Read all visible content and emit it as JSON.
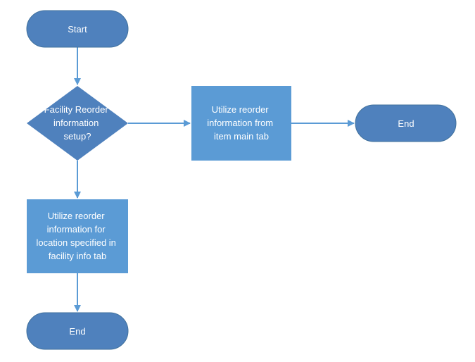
{
  "diagram": {
    "colors": {
      "terminator_fill": "#4f81bd",
      "terminator_stroke": "#41719c",
      "process_fill": "#5b9bd5",
      "decision_fill": "#4f81bd",
      "connector": "#5b9bd5",
      "text": "#ffffff"
    },
    "nodes": {
      "start": {
        "shape": "terminator",
        "lines": [
          "Start"
        ]
      },
      "decision": {
        "shape": "decision",
        "lines": [
          "Facility Reorder",
          "information",
          "setup?"
        ]
      },
      "process_item": {
        "shape": "process",
        "lines": [
          "Utilize reorder",
          "information from",
          "item main tab"
        ]
      },
      "end_right": {
        "shape": "terminator",
        "lines": [
          "End"
        ]
      },
      "process_facility": {
        "shape": "process",
        "lines": [
          "Utilize reorder",
          "information for",
          "location specified in",
          "facility info tab"
        ]
      },
      "end_bottom": {
        "shape": "terminator",
        "lines": [
          "End"
        ]
      }
    },
    "edges": [
      {
        "from": "start",
        "to": "decision"
      },
      {
        "from": "decision",
        "to": "process_item"
      },
      {
        "from": "process_item",
        "to": "end_right"
      },
      {
        "from": "decision",
        "to": "process_facility"
      },
      {
        "from": "process_facility",
        "to": "end_bottom"
      }
    ]
  }
}
